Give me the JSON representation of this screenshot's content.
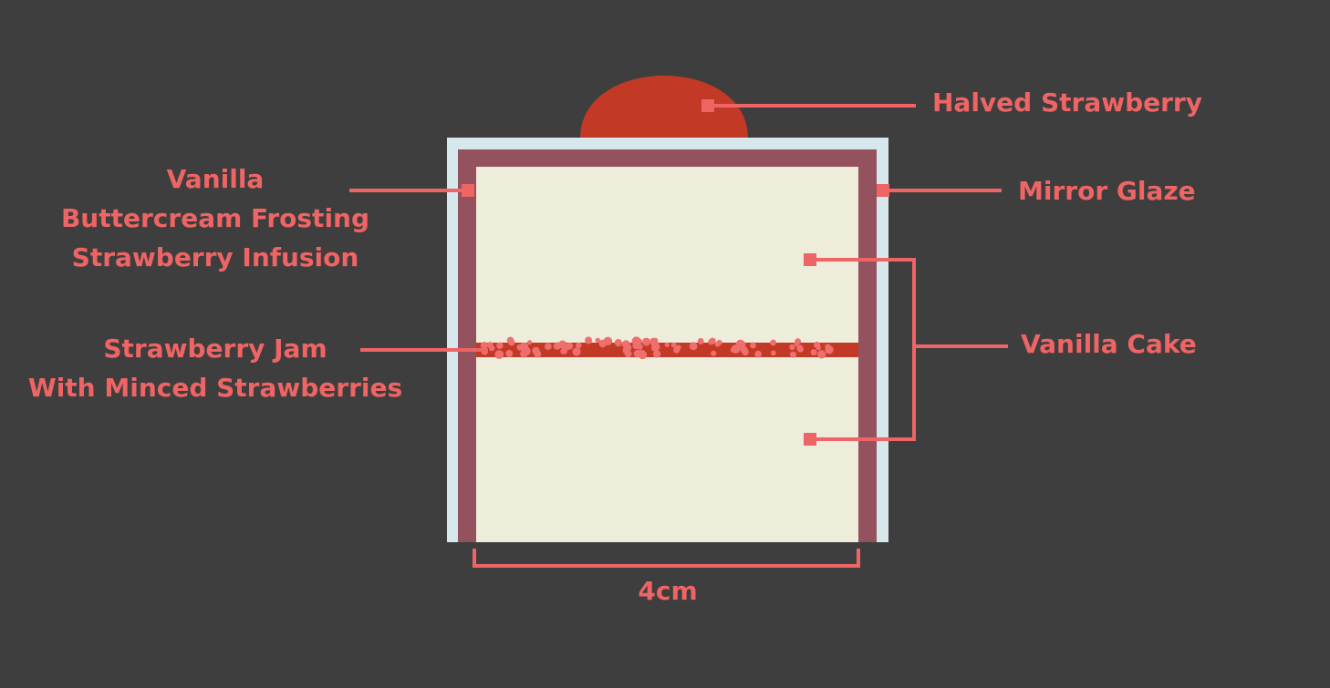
{
  "labels": {
    "halved_strawberry": "Halved Strawberry",
    "frosting": [
      "Vanilla",
      "Buttercream Frosting",
      "Strawberry Infusion"
    ],
    "mirror_glaze": "Mirror Glaze",
    "jam": [
      "Strawberry Jam",
      "With Minced Strawberries"
    ],
    "vanilla_cake": "Vanilla Cake",
    "width": "4cm"
  },
  "colors": {
    "background": "#3e3e3e",
    "label": "#ef6464",
    "strawberry": "#c23a26",
    "glaze": "#d6e8ec",
    "frosting": "#93525e",
    "cake": "#eeeddb",
    "jam": "#c23a26",
    "jam_bits": "#ef6e6e"
  }
}
